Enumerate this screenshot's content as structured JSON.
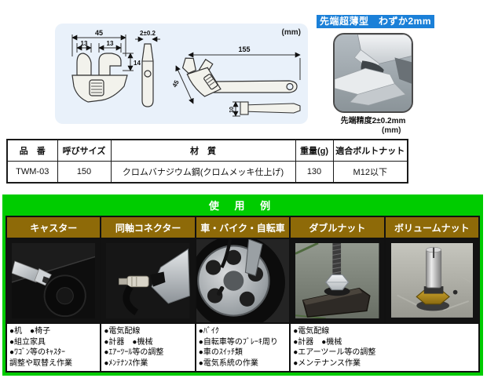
{
  "diagram": {
    "units": "(mm)",
    "panel_bg": "#e9f1fa",
    "front_view": {
      "head_width": "45",
      "jaw_left": "13",
      "jaw_right": "13",
      "jaw_depth": "14"
    },
    "side_view": {
      "tip_thickness": "2±0.2"
    },
    "length_view": {
      "overall_length": "155",
      "head_width": "45",
      "handle_thickness": "10"
    }
  },
  "feature": {
    "banner": "先端超薄型　わずか2mm",
    "banner_bg": "#1b80d8",
    "caption": "先端精度2±0.2mm"
  },
  "spec_table": {
    "units": "(mm)",
    "headers": [
      "品　番",
      "呼びサイズ",
      "材　質",
      "重量(g)",
      "適合ボルトナット"
    ],
    "row": [
      "TWM-03",
      "150",
      "クロムバナジウム鋼(クロムメッキ仕上げ)",
      "130",
      "M12以下"
    ]
  },
  "usage": {
    "title": "使 用 例",
    "frame_color": "#00cc00",
    "header_color": "#8e6a08",
    "columns": [
      {
        "label": "キャスター",
        "photo": "caster-photo"
      },
      {
        "label": "同軸コネクター",
        "photo": "coaxial-connector-photo"
      },
      {
        "label": "車・バイク・自転車",
        "photo": "vehicle-wheel-photo"
      },
      {
        "label": "ダブルナット",
        "photo": "double-nut-photo"
      },
      {
        "label": "ボリュームナット",
        "photo": "volume-nut-photo"
      }
    ],
    "notes": [
      {
        "lines": [
          "●机　●椅子",
          "●組立家具",
          "●ﾜｺﾞﾝ等のｷｬｽﾀｰ",
          "調整や取替え作業"
        ]
      },
      {
        "lines": [
          "●電気配線",
          "●計器　●機械",
          "●ｴｱｰﾂｰﾙ等の調整",
          "●ﾒﾝﾃﾅﾝｽ作業"
        ]
      },
      {
        "lines": [
          "●ﾊﾞｲｸ",
          "●自転車等のﾌﾞﾚｰｷ周り",
          "●車のｽｲｯﾁ類",
          "●電気系統の作業"
        ]
      },
      {
        "lines": [
          "●電気配線",
          "●計器　●機械",
          "●エアーツール等の調整",
          "●メンテナンス作業"
        ]
      }
    ]
  }
}
